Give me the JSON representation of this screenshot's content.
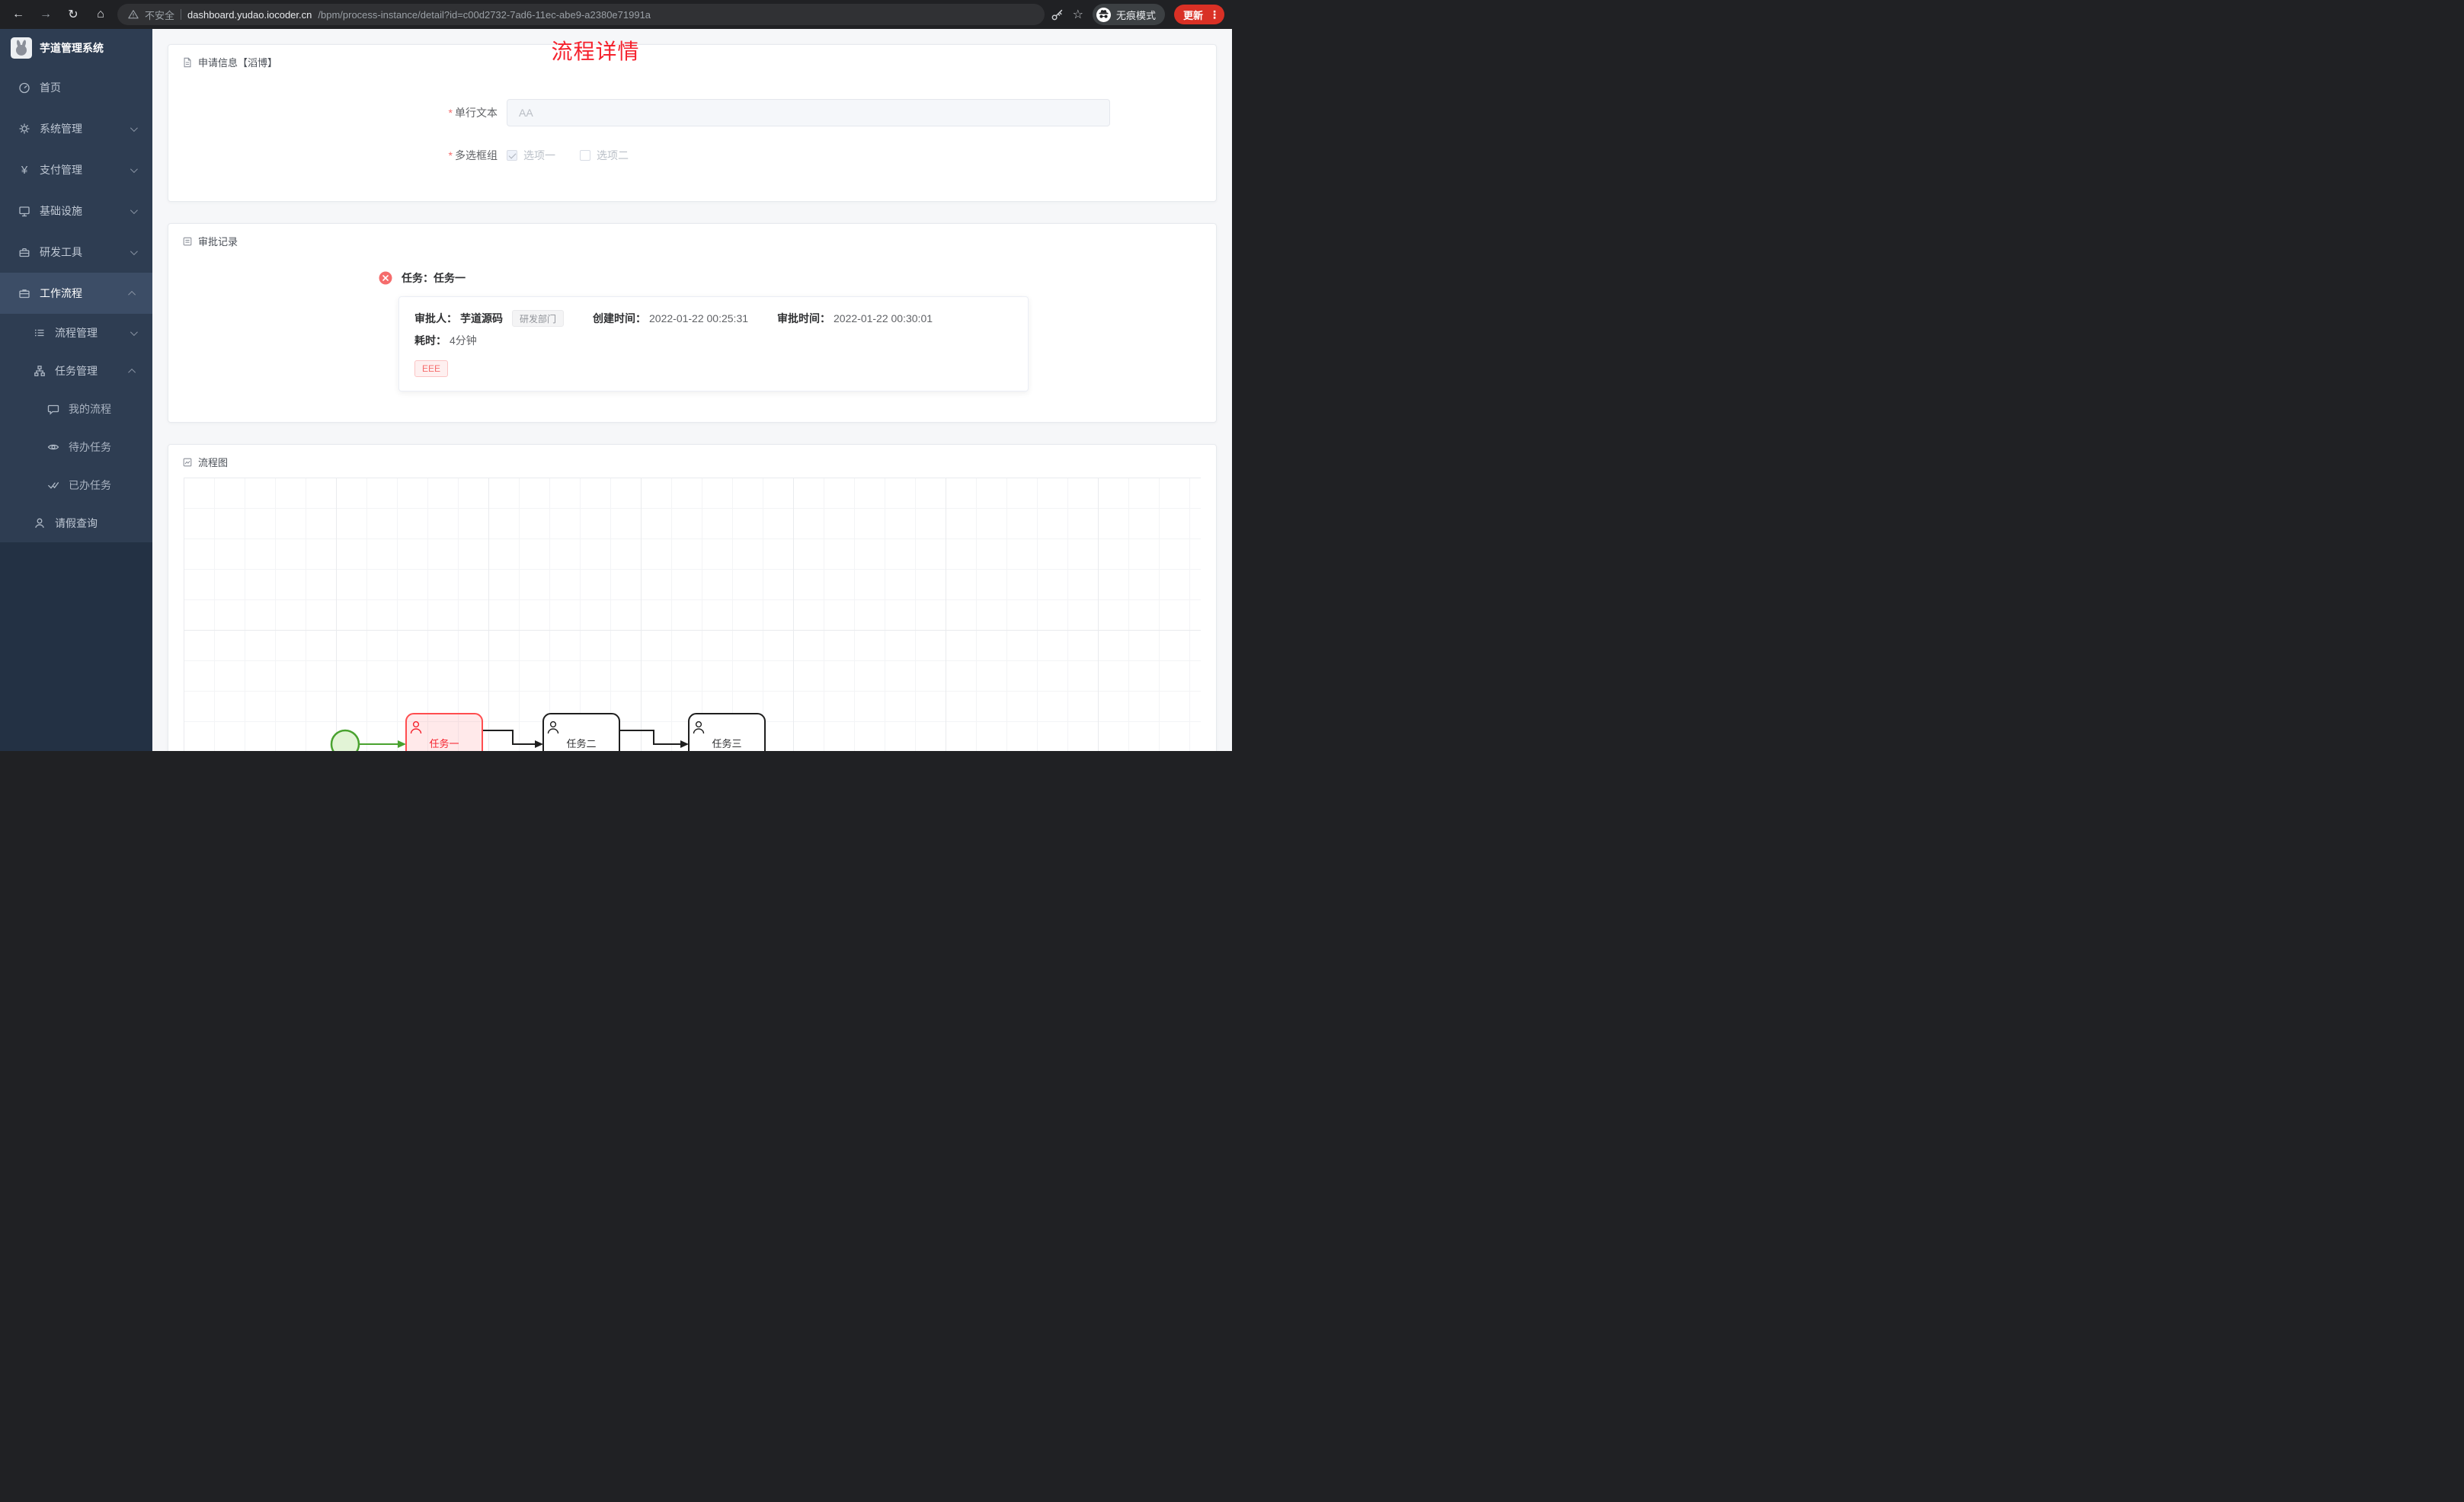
{
  "browser": {
    "back_icon": "←",
    "forward_icon": "→",
    "reload_icon": "↻",
    "home_icon": "⌂",
    "security_label": "不安全",
    "url_domain": "dashboard.yudao.iocoder.cn",
    "url_path": "/bpm/process-instance/detail?id=c00d2732-7ad6-11ec-abe9-a2380e71991a",
    "star_icon": "☆",
    "incognito_label": "无痕模式",
    "update_label": "更新",
    "menu_icon": "⋮"
  },
  "sidebar": {
    "app_title": "芋道管理系统",
    "items": [
      {
        "label": "首页",
        "icon": "dashboard-icon"
      },
      {
        "label": "系统管理",
        "icon": "gear-icon"
      },
      {
        "label": "支付管理",
        "icon": "yen-icon"
      },
      {
        "label": "基础设施",
        "icon": "monitor-icon"
      },
      {
        "label": "研发工具",
        "icon": "toolbox-icon"
      },
      {
        "label": "工作流程",
        "icon": "briefcase-icon"
      },
      {
        "label": "流程管理",
        "icon": "list-icon"
      },
      {
        "label": "任务管理",
        "icon": "tree-icon"
      },
      {
        "label": "我的流程",
        "icon": "chat-icon"
      },
      {
        "label": "待办任务",
        "icon": "eye-icon"
      },
      {
        "label": "已办任务",
        "icon": "double-check-icon"
      },
      {
        "label": "请假查询",
        "icon": "user-icon"
      }
    ]
  },
  "page": {
    "title": "流程详情"
  },
  "apply_card": {
    "title": "申请信息【滔博】",
    "required": "*",
    "text_label": "单行文本",
    "text_value": "AA",
    "checkbox_label": "多选框组",
    "option1": "选项一",
    "option2": "选项二"
  },
  "approval_card": {
    "title": "审批记录",
    "task_title": "任务：任务一",
    "approver_label": "审批人：",
    "approver_name": "芋道源码",
    "dept_tag": "研发部门",
    "created_label": "创建时间：",
    "created_time": "2022-01-22 00:25:31",
    "approved_label": "审批时间：",
    "approved_time": "2022-01-22 00:30:01",
    "duration_label": "耗时：",
    "duration_value": "4分钟",
    "comment_tag": "EEE"
  },
  "diagram_card": {
    "title": "流程图",
    "nodes": [
      {
        "label": "任务一",
        "status": "active"
      },
      {
        "label": "任务二",
        "status": "normal"
      },
      {
        "label": "任务三",
        "status": "normal"
      }
    ]
  },
  "colors": {
    "accent_red": "#f5222d",
    "node_active": "#ff4d4f",
    "start_green": "#49a22f",
    "danger": "#f56c6c"
  }
}
